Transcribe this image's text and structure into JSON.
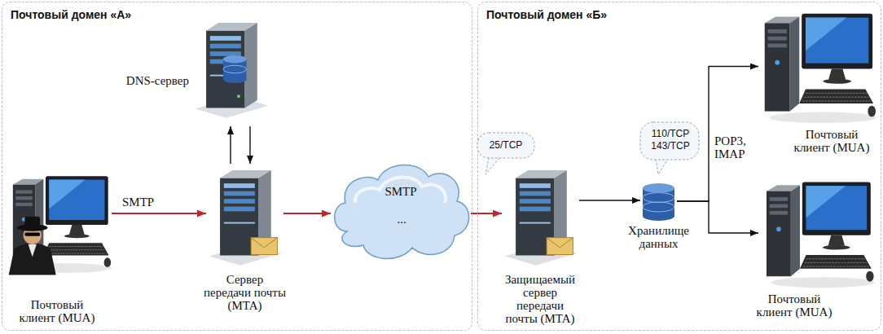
{
  "diagram": {
    "nodes": [
      {
        "text": [
          "Почтовый домен «А»"
        ]
      },
      {
        "text": [
          "DNS-сервер"
        ],
        "in": 0
      },
      {
        "text": [
          "Почтовый клиент (MUA)"
        ],
        "in": 0
      },
      {
        "text": [
          "Сервер передачи почты (MTA)"
        ],
        "in": 0
      },
      {
        "text": [
          "SMTP",
          "..."
        ],
        "in": 0
      },
      {
        "text": [
          "Почтовый домен «Б»"
        ]
      },
      {
        "text": [
          "Защищаемый сервер передачи почты (MTA)"
        ],
        "in": 5
      },
      {
        "text": [
          "Хранилище данных"
        ],
        "in": 5
      },
      {
        "text": [
          "Почтовый клиент (MUA)"
        ],
        "in": 5
      },
      {
        "text": [
          "Почтовый клиент (MUA)"
        ],
        "in": 5
      }
    ],
    "edges": [
      {
        "from": 2,
        "to": 3,
        "label": "SMTP",
        "arrow": "to"
      },
      {
        "from": 3,
        "to": 1,
        "arrow": "to"
      },
      {
        "from": 1,
        "to": 3,
        "arrow": "to"
      },
      {
        "from": 3,
        "to": 4,
        "arrow": "to"
      },
      {
        "from": 4,
        "to": 6,
        "arrow": "to"
      },
      {
        "from": 6,
        "to": 7,
        "arrow": "to"
      },
      {
        "from": 7,
        "to": 8,
        "label": "POP3, IMAP",
        "arrow": "to"
      },
      {
        "from": 7,
        "to": 9,
        "arrow": "to"
      }
    ],
    "labels": [
      "25/TCP",
      "110/TCP 143/TCP"
    ]
  }
}
